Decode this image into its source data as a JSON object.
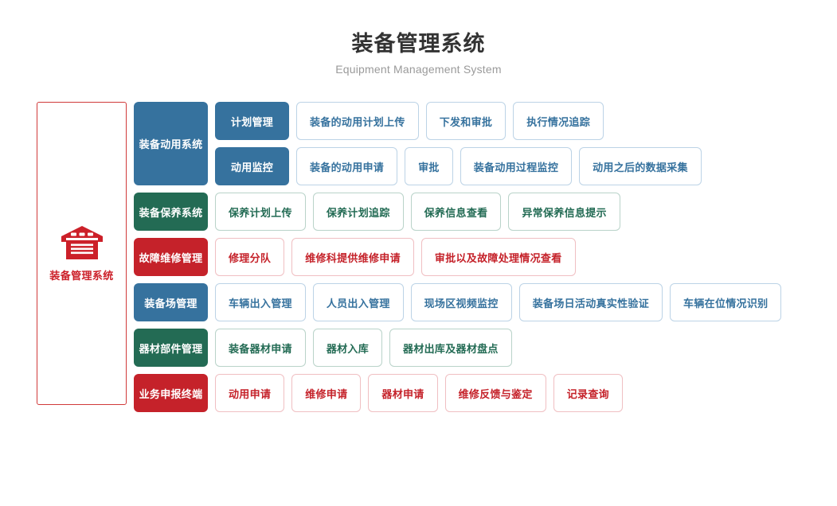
{
  "header": {
    "title": "装备管理系统",
    "subtitle": "Equipment Management System"
  },
  "brand_panel": {
    "icon": "warehouse-icon",
    "label": "装备管理系统",
    "border_color": "#d03a3a",
    "text_color": "#cc2029"
  },
  "colors": {
    "blue": "#36729e",
    "green": "#236b54",
    "red": "#c5222a",
    "blue_border": "#bcd3e6",
    "green_border": "#b9d3c9",
    "red_border": "#f0bfc2",
    "title_color": "#333333",
    "subtitle_color": "#9a9a9a",
    "background": "#ffffff"
  },
  "rows": [
    {
      "category": "装备动用系统",
      "color": "blue",
      "subrows": [
        {
          "subcategory": "计划管理",
          "cells": [
            "装备的动用计划上传",
            "下发和审批",
            "执行情况追踪"
          ]
        },
        {
          "subcategory": "动用监控",
          "cells": [
            "装备的动用申请",
            "审批",
            "装备动用过程监控",
            "动用之后的数据采集"
          ]
        }
      ]
    },
    {
      "category": "装备保养系统",
      "color": "green",
      "subrows": [
        {
          "subcategory": null,
          "cells": [
            "保养计划上传",
            "保养计划追踪",
            "保养信息查看",
            "异常保养信息提示"
          ]
        }
      ]
    },
    {
      "category": "故障维修管理",
      "color": "red",
      "subrows": [
        {
          "subcategory": null,
          "cells": [
            "修理分队",
            "维修科提供维修申请",
            "审批以及故障处理情况查看"
          ]
        }
      ]
    },
    {
      "category": "装备场管理",
      "color": "blue",
      "subrows": [
        {
          "subcategory": null,
          "cells": [
            "车辆出入管理",
            "人员出入管理",
            "现场区视频监控",
            "装备场日活动真实性验证",
            "车辆在位情况识别"
          ]
        }
      ]
    },
    {
      "category": "器材部件管理",
      "color": "green",
      "subrows": [
        {
          "subcategory": null,
          "cells": [
            "装备器材申请",
            "器材入库",
            "器材出库及器材盘点"
          ]
        }
      ]
    },
    {
      "category": "业务申报终端",
      "color": "red",
      "subrows": [
        {
          "subcategory": null,
          "cells": [
            "动用申请",
            "维修申请",
            "器材申请",
            "维修反馈与鉴定",
            "记录查询"
          ]
        }
      ]
    }
  ]
}
